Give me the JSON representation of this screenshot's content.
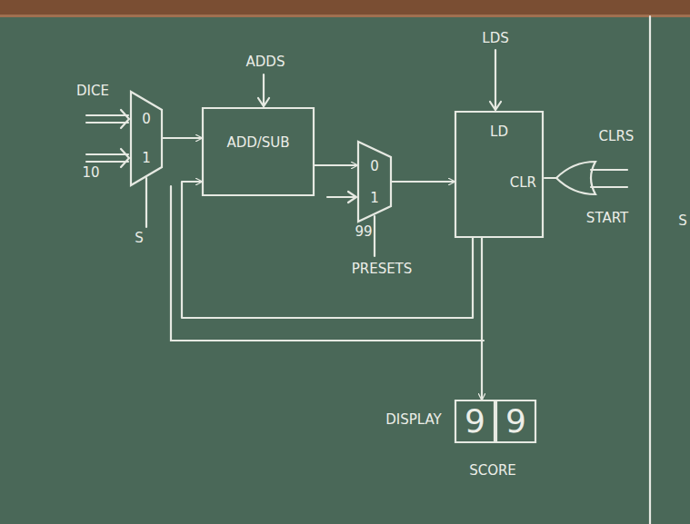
{
  "diagram": {
    "nodes": [
      {
        "text": [
          "0",
          "1"
        ]
      },
      {
        "text": [
          "ADD/SUB"
        ]
      },
      {
        "text": [
          "0",
          "1"
        ]
      },
      {
        "text": [
          "LD",
          "CLR"
        ]
      },
      {
        "text": [
          "9"
        ]
      },
      {
        "text": [
          "9"
        ]
      }
    ],
    "edges": [
      {
        "from": 0,
        "to": 1,
        "arrow": "to"
      },
      {
        "from": 1,
        "to": 2,
        "arrow": "to"
      },
      {
        "from": 2,
        "to": 3,
        "arrow": "to"
      },
      {
        "from": 3,
        "to": 1,
        "arrow": "to"
      },
      {
        "from": 3,
        "to": 4,
        "arrow": "to"
      }
    ],
    "labels": [
      "DICE",
      "10",
      "S",
      "ADDS",
      "99",
      "PRESETS",
      "LDS",
      "CLRS",
      "START",
      "DISPLAY",
      "SCORE",
      "S"
    ]
  }
}
